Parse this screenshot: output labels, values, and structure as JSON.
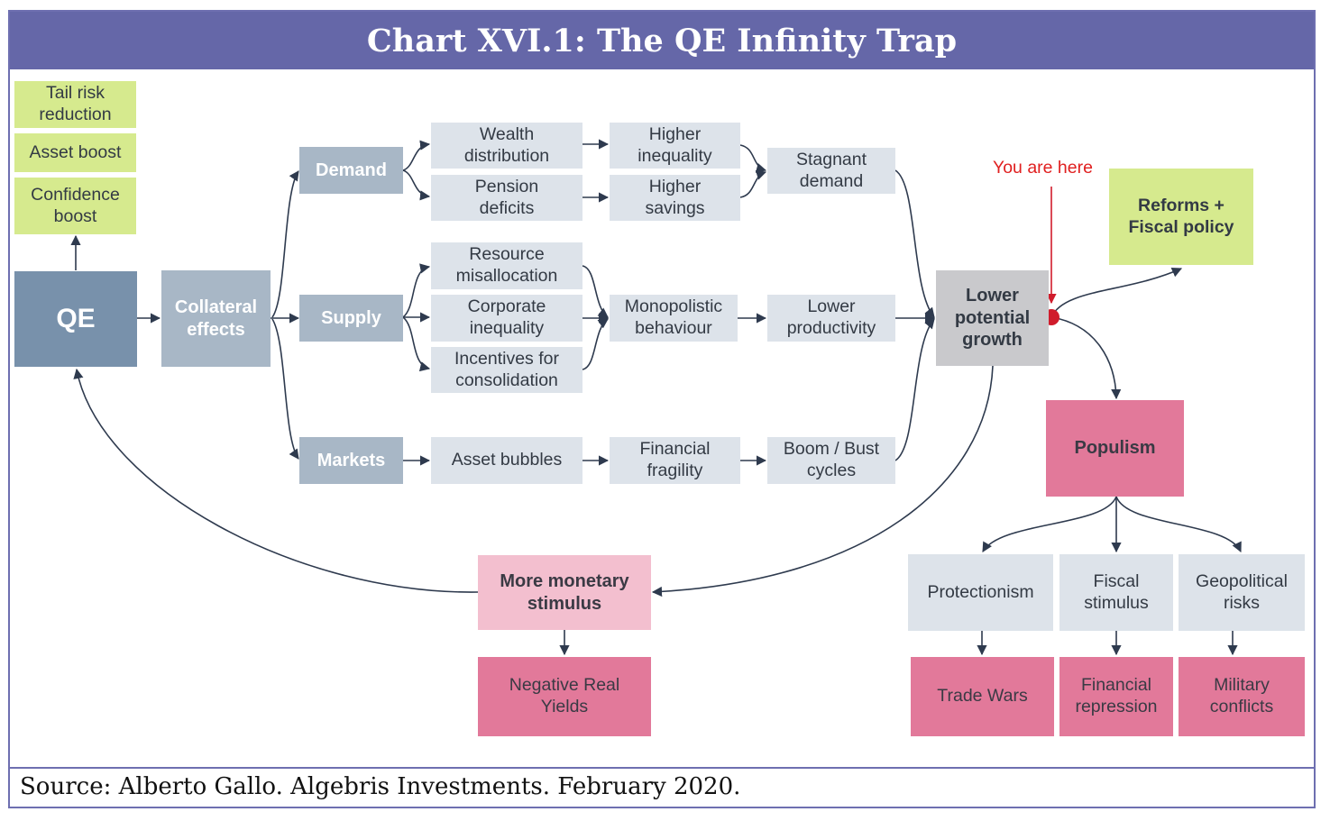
{
  "title": "Chart XVI.1: The QE Infinity Trap",
  "source": "Source: Alberto Gallo. Algebris Investments. February 2020.",
  "annotation": "You are here",
  "colors": {
    "header": "#6567a8",
    "light_box": "#dde3ea",
    "mid_box": "#a8b7c6",
    "qe_box": "#7891ab",
    "green_box": "#d6ea8e",
    "pink_box": "#e2799a",
    "light_pink_box": "#f3bfcf",
    "grey_box": "#c9c9cc",
    "arrow": "#2e3a4e",
    "marker": "#d01c2c"
  },
  "nodes": {
    "tail_risk": "Tail risk\nreduction",
    "asset_boost": "Asset boost",
    "confidence": "Confidence\nboost",
    "qe": "QE",
    "collateral": "Collateral\neffects",
    "demand": "Demand",
    "supply": "Supply",
    "markets": "Markets",
    "wealth": "Wealth\ndistribution",
    "pension": "Pension\ndeficits",
    "resource": "Resource\nmisallocation",
    "corporate": "Corporate\ninequality",
    "incentives": "Incentives for\nconsolidation",
    "asset_bubbles": "Asset bubbles",
    "higher_inequality": "Higher\ninequality",
    "higher_savings": "Higher\nsavings",
    "monopolistic": "Monopolistic\nbehaviour",
    "financial_fragility": "Financial\nfragility",
    "stagnant": "Stagnant\ndemand",
    "lower_productivity": "Lower\nproductivity",
    "boom_bust": "Boom / Bust\ncycles",
    "lower_growth": "Lower\npotential\ngrowth",
    "reforms": "Reforms +\nFiscal policy",
    "populism": "Populism",
    "protectionism": "Protectionism",
    "fiscal_stimulus": "Fiscal\nstimulus",
    "geopolitical": "Geopolitical\nrisks",
    "trade_wars": "Trade Wars",
    "financial_repression": "Financial\nrepression",
    "military": "Military\nconflicts",
    "more_monetary": "More monetary\nstimulus",
    "negative_yields": "Negative Real\nYields"
  }
}
